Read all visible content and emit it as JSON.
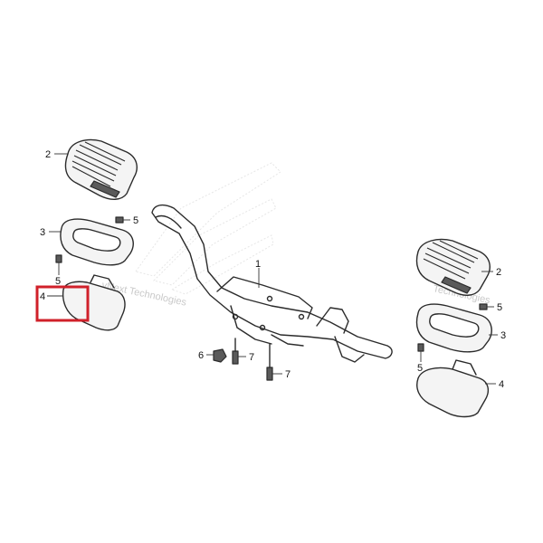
{
  "callouts": {
    "c1": "1",
    "c2_left": "2",
    "c3_left": "3",
    "c4_left": "4",
    "c5_left_top": "5",
    "c5_left_bottom": "5",
    "c6": "6",
    "c7_a": "7",
    "c7_b": "7",
    "c2_right": "2",
    "c3_right": "3",
    "c4_right": "4",
    "c5_right_top": "5",
    "c5_right_bottom": "5"
  },
  "watermark": {
    "left": "vNext Technologies",
    "right_top": "vNext",
    "right_bottom": "Technologies"
  },
  "highlight": {
    "part": "4",
    "color": "#d0202a"
  },
  "colors": {
    "line": "#2b2b2b",
    "watermark": "#c9c9c9"
  }
}
